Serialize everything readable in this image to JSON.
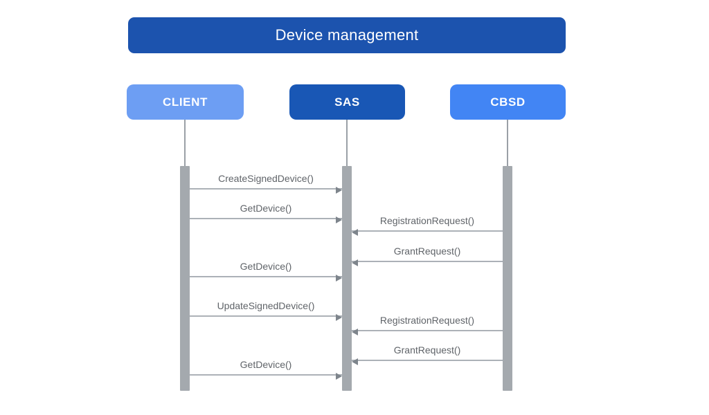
{
  "diagram": {
    "type": "sequence",
    "title": "Device management",
    "actors": [
      {
        "id": "client",
        "label": "CLIENT",
        "color": "#6D9EF3"
      },
      {
        "id": "sas",
        "label": "SAS",
        "color": "#1957B5"
      },
      {
        "id": "cbsd",
        "label": "CBSD",
        "color": "#4285F4"
      }
    ],
    "messages": [
      {
        "label": "CreateSignedDevice()",
        "from": "CLIENT",
        "to": "SAS"
      },
      {
        "label": "GetDevice()",
        "from": "CLIENT",
        "to": "SAS"
      },
      {
        "label": "RegistrationRequest()",
        "from": "CBSD",
        "to": "SAS"
      },
      {
        "label": "GrantRequest()",
        "from": "CBSD",
        "to": "SAS"
      },
      {
        "label": "GetDevice()",
        "from": "CLIENT",
        "to": "SAS"
      },
      {
        "label": "UpdateSignedDevice()",
        "from": "CLIENT",
        "to": "SAS"
      },
      {
        "label": "RegistrationRequest()",
        "from": "CBSD",
        "to": "SAS"
      },
      {
        "label": "GrantRequest()",
        "from": "CBSD",
        "to": "SAS"
      },
      {
        "label": "GetDevice()",
        "from": "CLIENT",
        "to": "SAS"
      }
    ],
    "colors": {
      "title_bg": "#1C53AE",
      "client_bg": "#6D9EF3",
      "sas_bg": "#1957B5",
      "cbsd_bg": "#4285F4",
      "activation_bar": "#A4A9AE",
      "arrow_line": "#ACB1B7",
      "arrow_head": "#7E858C",
      "message_text": "#5F6368",
      "actor_text": "#FFFFFF"
    }
  }
}
